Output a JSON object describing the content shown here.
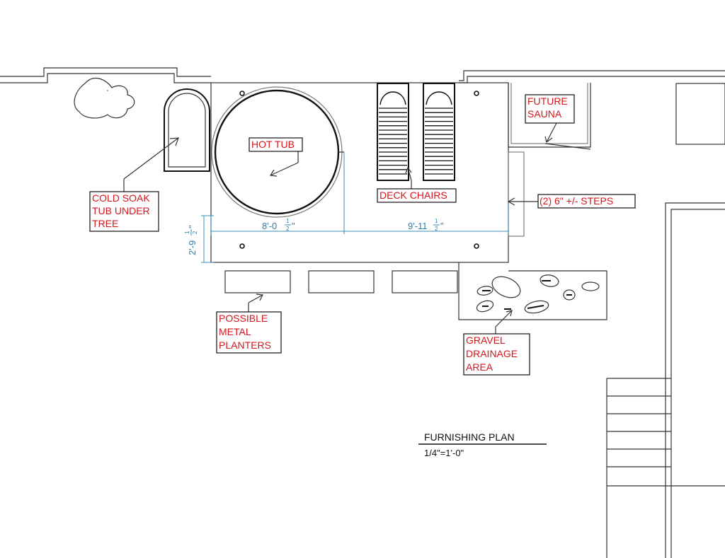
{
  "labels": {
    "cold_soak": [
      "COLD SOAK",
      "TUB UNDER",
      "TREE"
    ],
    "hot_tub": [
      "HOT TUB"
    ],
    "deck_chairs": [
      "DECK CHAIRS"
    ],
    "future_sauna": [
      "FUTURE",
      "SAUNA"
    ],
    "steps": [
      "(2) 6\" +/- STEPS"
    ],
    "planters": [
      "POSSIBLE",
      "METAL",
      "PLANTERS"
    ],
    "gravel": [
      "GRAVEL",
      "DRAINAGE",
      "AREA"
    ]
  },
  "dimensions": {
    "width_left": {
      "main": "8'-0",
      "num": "1",
      "den": "2",
      "unit": "\""
    },
    "width_right": {
      "main": "9'-11",
      "num": "1",
      "den": "2",
      "unit": "\""
    },
    "height": {
      "main": "2'-9",
      "num": "1",
      "den": "2",
      "unit": "\""
    }
  },
  "title": {
    "name": "FURNISHING PLAN",
    "scale": "1/4\"=1'-0\""
  },
  "colors": {
    "label_text": "#d4161b",
    "dimension": "#3a8fb7",
    "linework": "#333333"
  }
}
